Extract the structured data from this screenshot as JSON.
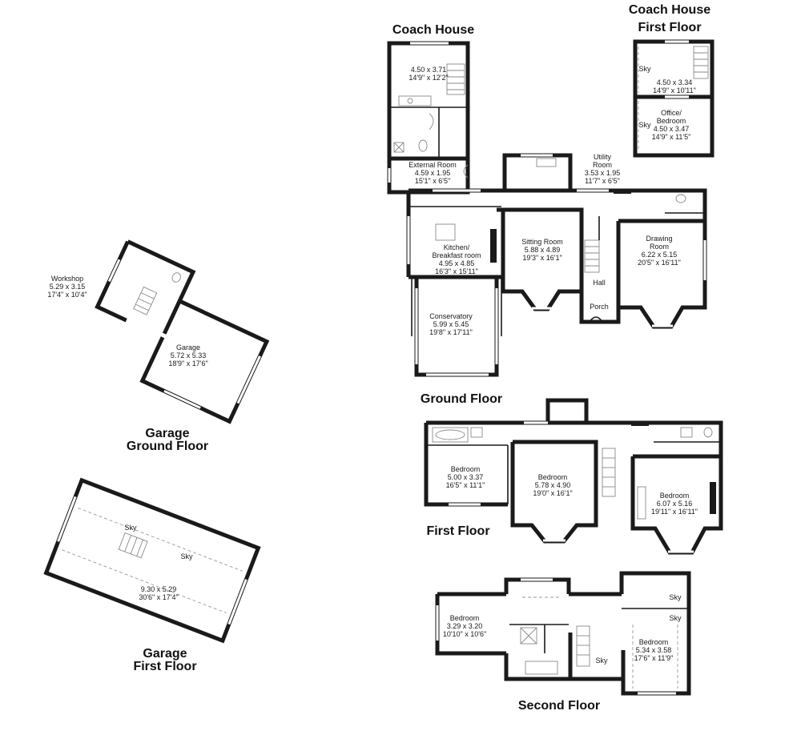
{
  "plans": [
    {
      "key": "coach_house",
      "title_lines": [
        "Coach House"
      ],
      "rooms": [
        {
          "lines": [
            "4.50 x 3.71",
            "14'9\" x 12'2\""
          ]
        },
        {
          "lines": [
            "External Room",
            "4.59 x 1.95",
            "15'1\" x 6'5\""
          ]
        }
      ]
    },
    {
      "key": "coach_house_first",
      "title_lines": [
        "Coach House",
        "First Floor"
      ],
      "rooms": [
        {
          "lines": [
            "4.50 x 3.34",
            "14'9\" x 10'11\""
          ]
        },
        {
          "lines": [
            "Office/",
            "Bedroom",
            "4.50 x 3.47",
            "14'9\" x 11'5\""
          ]
        }
      ],
      "sky": [
        "Sky",
        "Sky"
      ]
    },
    {
      "key": "ground_floor",
      "title_lines": [
        "Ground Floor"
      ],
      "rooms": [
        {
          "lines": [
            "Utility",
            "Room",
            "3.53 x 1.95",
            "11'7\" x 6'5\""
          ]
        },
        {
          "lines": [
            "Kitchen/",
            "Breakfast room",
            "4.95 x 4.85",
            "16'3\" x 15'11\""
          ]
        },
        {
          "lines": [
            "Sitting Room",
            "5.88 x 4.89",
            "19'3\" x 16'1\""
          ]
        },
        {
          "lines": [
            "Drawing",
            "Room",
            "6.22 x 5.15",
            "20'5\" x 16'11\""
          ]
        },
        {
          "lines": [
            "Hall"
          ]
        },
        {
          "lines": [
            "Porch"
          ]
        },
        {
          "lines": [
            "Conservatory",
            "5.99 x 5.45",
            "19'8\" x 17'11\""
          ]
        }
      ]
    },
    {
      "key": "first_floor",
      "title_lines": [
        "First Floor"
      ],
      "rooms": [
        {
          "lines": [
            "Bedroom",
            "5.00 x 3.37",
            "16'5\" x 11'1\""
          ]
        },
        {
          "lines": [
            "Bedroom",
            "5.78 x 4.90",
            "19'0\" x 16'1\""
          ]
        },
        {
          "lines": [
            "Bedroom",
            "6.07 x 5.16",
            "19'11\" x 16'11\""
          ]
        }
      ]
    },
    {
      "key": "second_floor",
      "title_lines": [
        "Second Floor"
      ],
      "rooms": [
        {
          "lines": [
            "Bedroom",
            "3.29 x 3.20",
            "10'10\" x 10'6\""
          ]
        },
        {
          "lines": [
            "Bedroom",
            "5.34 x 3.58",
            "17'6\" x 11'9\""
          ]
        }
      ],
      "sky": [
        "Sky",
        "Sky",
        "Sky"
      ]
    },
    {
      "key": "garage_ground",
      "title_lines": [
        "Garage",
        "Ground Floor"
      ],
      "rooms": [
        {
          "lines": [
            "Workshop",
            "5.29 x 3.15",
            "17'4\" x 10'4\""
          ]
        },
        {
          "lines": [
            "Garage",
            "5.72 x 5.33",
            "18'9\" x 17'6\""
          ]
        }
      ]
    },
    {
      "key": "garage_first",
      "title_lines": [
        "Garage",
        "First Floor"
      ],
      "rooms": [
        {
          "lines": [
            "9.30 x 5.29",
            "30'6\" x 17'4\""
          ]
        }
      ],
      "sky": [
        "Sky",
        "Sky"
      ]
    }
  ]
}
